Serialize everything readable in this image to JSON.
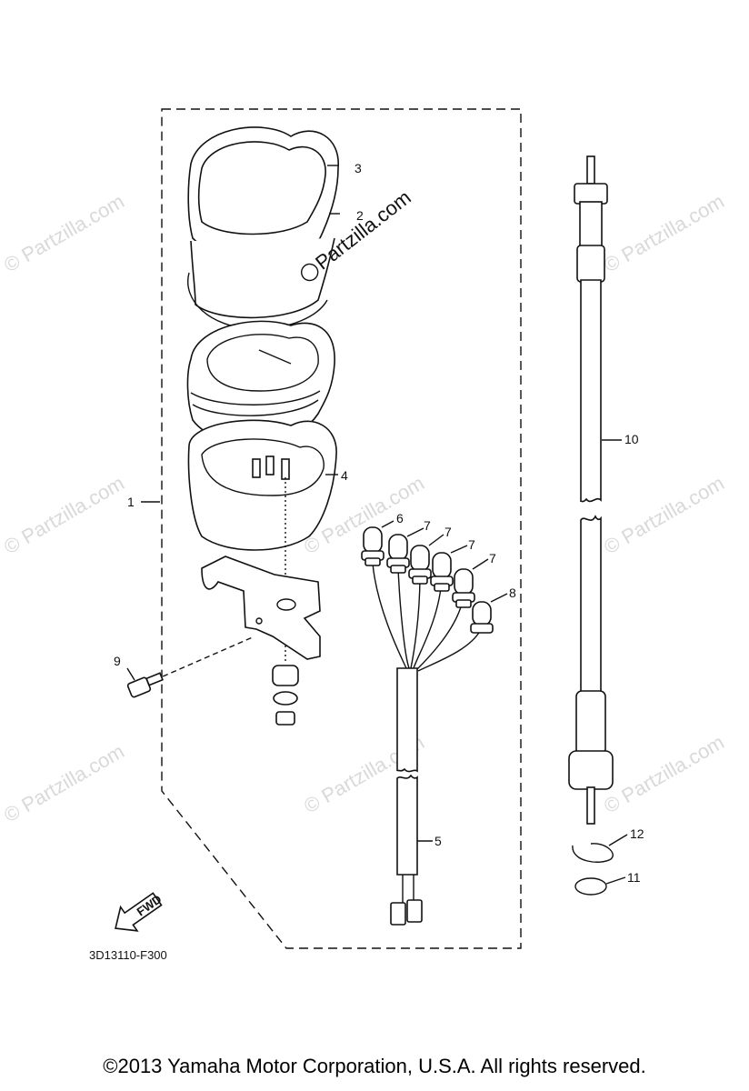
{
  "watermark": "© Partzilla.com",
  "watermark_center": "Partzilla.com",
  "diagram_code": "3D13110-F300",
  "fwd_label": "FWD",
  "copyright": "©2013  Yamaha Motor Corporation, U.S.A. All rights reserved.",
  "callouts": [
    "1",
    "2",
    "3",
    "4",
    "5",
    "6",
    "7",
    "7",
    "7",
    "7",
    "8",
    "9",
    "10",
    "11",
    "12"
  ]
}
